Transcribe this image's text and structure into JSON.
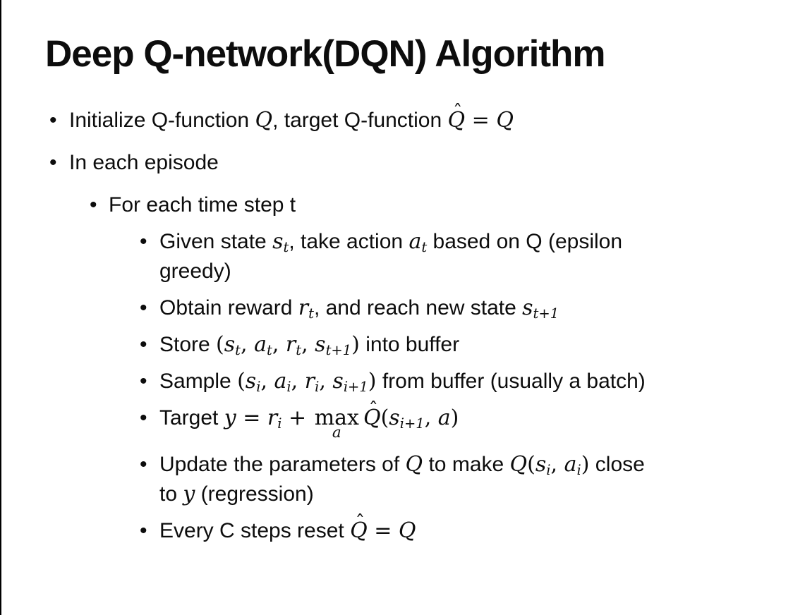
{
  "slide": {
    "title": "Deep Q-network(DQN) Algorithm",
    "bullet_glyph": "•",
    "bullets": [
      {
        "level": 1,
        "segments": [
          [
            "t",
            "Initialize Q-function "
          ],
          [
            "m",
            "Q"
          ],
          [
            "t",
            ", target Q-function "
          ],
          [
            "hat",
            "Q"
          ],
          [
            "mu",
            " = "
          ],
          [
            "m",
            "Q"
          ]
        ]
      },
      {
        "level": 1,
        "segments": [
          [
            "t",
            "In each episode"
          ]
        ]
      },
      {
        "level": 2,
        "segments": [
          [
            "t",
            "For each time step t"
          ]
        ]
      },
      {
        "level": 3,
        "segments": [
          [
            "t",
            "Given state "
          ],
          [
            "msub",
            "s",
            "t"
          ],
          [
            "t",
            ", take action "
          ],
          [
            "msub",
            "a",
            "t"
          ],
          [
            "t",
            " based on Q (epsilon"
          ],
          [
            "br"
          ],
          [
            "t",
            "greedy)"
          ]
        ]
      },
      {
        "level": 3,
        "segments": [
          [
            "t",
            "Obtain reward "
          ],
          [
            "msub",
            "r",
            "t"
          ],
          [
            "t",
            ", and reach new state "
          ],
          [
            "msub",
            "s",
            "t+1"
          ]
        ]
      },
      {
        "level": 3,
        "segments": [
          [
            "t",
            "Store "
          ],
          [
            "mu",
            "("
          ],
          [
            "msub",
            "s",
            "t"
          ],
          [
            "mu",
            ", "
          ],
          [
            "msub",
            "a",
            "t"
          ],
          [
            "mu",
            ", "
          ],
          [
            "msub",
            "r",
            "t"
          ],
          [
            "mu",
            ", "
          ],
          [
            "msub",
            "s",
            "t+1"
          ],
          [
            "mu",
            ")"
          ],
          [
            "t",
            " into buffer"
          ]
        ]
      },
      {
        "level": 3,
        "segments": [
          [
            "t",
            "Sample "
          ],
          [
            "mu",
            "("
          ],
          [
            "msub",
            "s",
            "i"
          ],
          [
            "mu",
            ", "
          ],
          [
            "msub",
            "a",
            "i"
          ],
          [
            "mu",
            ", "
          ],
          [
            "msub",
            "r",
            "i"
          ],
          [
            "mu",
            ", "
          ],
          [
            "msub",
            "s",
            "i+1"
          ],
          [
            "mu",
            ")"
          ],
          [
            "t",
            " from buffer (usually a batch)"
          ]
        ]
      },
      {
        "level": 3,
        "extra_class": "after-gap",
        "segments": [
          [
            "t",
            "Target "
          ],
          [
            "m",
            "y"
          ],
          [
            "mu",
            " = "
          ],
          [
            "msub",
            "r",
            "i"
          ],
          [
            "mu",
            " + "
          ],
          [
            "max",
            "a"
          ],
          [
            "hat",
            "Q"
          ],
          [
            "mu",
            "("
          ],
          [
            "msub",
            "s",
            "i+1"
          ],
          [
            "mu",
            ", "
          ],
          [
            "m",
            "a"
          ],
          [
            "mu",
            ")"
          ]
        ]
      },
      {
        "level": 3,
        "segments": [
          [
            "t",
            "Update the parameters of "
          ],
          [
            "m",
            "Q"
          ],
          [
            "t",
            " to make "
          ],
          [
            "m",
            "Q"
          ],
          [
            "mu",
            "("
          ],
          [
            "msub",
            "s",
            "i"
          ],
          [
            "mu",
            ", "
          ],
          [
            "msub",
            "a",
            "i"
          ],
          [
            "mu",
            ")"
          ],
          [
            "t",
            " close"
          ],
          [
            "br"
          ],
          [
            "t",
            "to "
          ],
          [
            "m",
            "y"
          ],
          [
            "t",
            " (regression)"
          ]
        ]
      },
      {
        "level": 3,
        "segments": [
          [
            "t",
            "Every C steps reset "
          ],
          [
            "hat",
            "Q"
          ],
          [
            "mu",
            " = "
          ],
          [
            "m",
            "Q"
          ]
        ]
      }
    ]
  },
  "colors": {
    "text": "#0d0d0d",
    "background": "#ffffff",
    "left_edge_line": "#000000"
  }
}
